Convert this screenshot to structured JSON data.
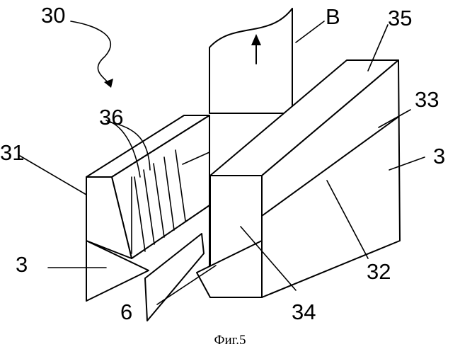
{
  "labels": {
    "l30": "30",
    "lB": "B",
    "l35": "35",
    "l33": "33",
    "l36": "36",
    "l31": "31",
    "l3_right": "3",
    "l3_left": "3",
    "l32": "32",
    "l6": "6",
    "l34": "34"
  },
  "caption": "Фиг.5"
}
